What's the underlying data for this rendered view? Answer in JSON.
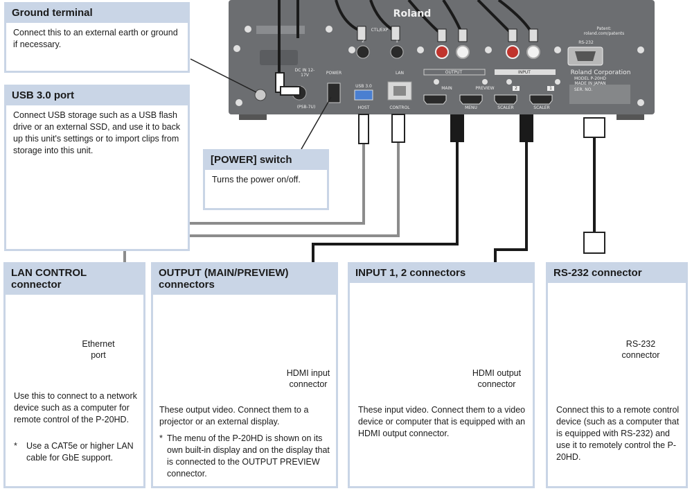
{
  "device": {
    "brand": "Roland",
    "labels": {
      "ctl_exp": "CTL/EXP",
      "jack_2": "2",
      "jack_1": "1",
      "dc_in": "DC IN 12-17V",
      "psb": "(PSB-7U)",
      "power": "POWER",
      "usb": "USB 3.0",
      "host": "HOST",
      "lan": "LAN",
      "control": "CONTROL",
      "output": "OUTPUT",
      "input": "INPUT",
      "main": "MAIN",
      "preview": "PREVIEW",
      "menu": "MENU",
      "scaler": "SCALER",
      "scaler2": "SCALER",
      "in2": "2",
      "in1": "1",
      "rs232": "RS-232",
      "patent": "Patent: roland.com/patents",
      "corp": "Roland Corporation",
      "model": "MODEL P-20HD",
      "made_in": "MADE IN JAPAN",
      "serial": "SER. NO."
    }
  },
  "callouts": {
    "ground": {
      "title": "Ground terminal",
      "text": "Connect this to an external earth or ground if necessary."
    },
    "usb": {
      "title": "USB 3.0 port",
      "text": "Connect USB storage such as a USB flash drive or an external SSD, and use it to back up this unit's settings or to import clips from storage into this unit."
    },
    "power": {
      "title": "[POWER] switch",
      "text": "Turns the power on/off."
    }
  },
  "panels": {
    "lan": {
      "title": "LAN CONTROL connector",
      "port_label": "Ethernet\nport",
      "text": "Use this to connect to a network device such as a computer for remote control of the P-20HD.",
      "note_mark": "*",
      "note": "Use a CAT5e or higher LAN cable for GbE support."
    },
    "output": {
      "title": "OUTPUT (MAIN/PREVIEW) connectors",
      "port_label": "HDMI input\nconnector",
      "text": "These output video. Connect them to a projector or an external display.",
      "note_mark": "*",
      "note": "The menu of the P-20HD is shown on its own built-in display and on the display that is connected to the OUTPUT PREVIEW connector."
    },
    "input": {
      "title": "INPUT 1, 2 connectors",
      "port_label": "HDMI output\nconnector",
      "text": "These input video. Connect them to a video device or computer that is equipped with an HDMI output connector."
    },
    "rs232": {
      "title": "RS-232 connector",
      "port_label": "RS-232\nconnector",
      "text": "Connect this to a remote control device (such as a computer that is equipped with RS-232) and use it to remotely control the P-20HD."
    }
  },
  "colors": {
    "panel_border": "#c9d5e6",
    "panel_header": "#c9d5e6",
    "device_body": "#6f7174",
    "cable": "#1a1a1a",
    "cable_gray": "#8c8c8c"
  }
}
